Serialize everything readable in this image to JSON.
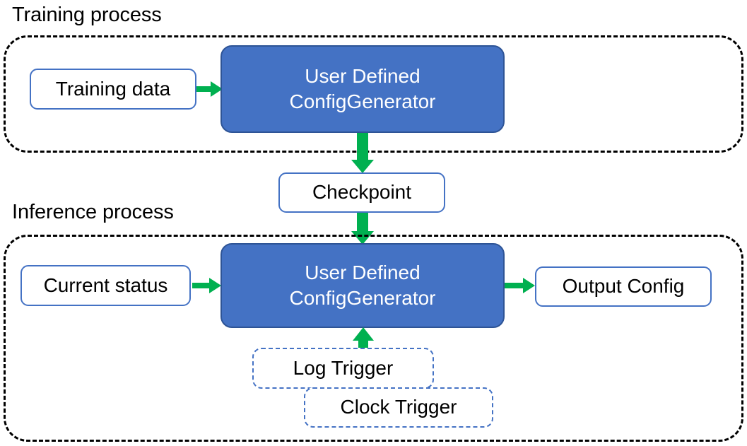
{
  "diagram": {
    "title_training": "Training process",
    "title_inference": "Inference process",
    "colors": {
      "node_fill_blue": "#4472C4",
      "node_border_blue": "#2E5496",
      "plain_border_blue": "#4472C4",
      "arrow_green": "#00B050",
      "container_dash_black": "#000000",
      "text_dark": "#000000",
      "text_light": "#FFFFFF"
    },
    "training_section": {
      "label": "Training process",
      "nodes": {
        "training_data": "Training data",
        "generator_line1": "User Defined",
        "generator_line2": "ConfigGenerator"
      }
    },
    "checkpoint": {
      "label": "Checkpoint"
    },
    "inference_section": {
      "label": "Inference process",
      "nodes": {
        "current_status": "Current status",
        "generator_line1": "User Defined",
        "generator_line2": "ConfigGenerator",
        "output_config": "Output Config",
        "log_trigger": "Log Trigger",
        "clock_trigger": "Clock Trigger"
      }
    },
    "edges": [
      {
        "name": "training-data-to-generator",
        "from": "Training data",
        "to": "User Defined ConfigGenerator",
        "direction": "right"
      },
      {
        "name": "training-generator-to-checkpoint",
        "from": "User Defined ConfigGenerator",
        "to": "Checkpoint",
        "direction": "down"
      },
      {
        "name": "checkpoint-to-inference-generator",
        "from": "Checkpoint",
        "to": "User Defined ConfigGenerator",
        "direction": "down"
      },
      {
        "name": "current-status-to-generator",
        "from": "Current status",
        "to": "User Defined ConfigGenerator",
        "direction": "right"
      },
      {
        "name": "generator-to-output-config",
        "from": "User Defined ConfigGenerator",
        "to": "Output Config",
        "direction": "right"
      },
      {
        "name": "triggers-to-generator",
        "from": "Log Trigger / Clock Trigger",
        "to": "User Defined ConfigGenerator",
        "direction": "up"
      }
    ]
  }
}
